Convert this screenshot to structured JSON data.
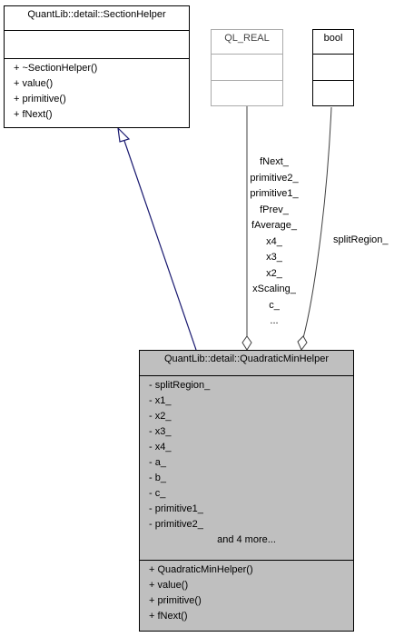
{
  "section_helper": {
    "title": "QuantLib::detail::SectionHelper",
    "methods": [
      "+ ~SectionHelper()",
      "+ value()",
      "+ primitive()",
      "+ fNext()"
    ]
  },
  "ql_real": {
    "title": "QL_REAL"
  },
  "bool_type": {
    "title": "bool"
  },
  "main_class": {
    "title": "QuantLib::detail::QuadraticMinHelper",
    "attributes": [
      "- splitRegion_",
      "- x1_",
      "- x2_",
      "- x3_",
      "- x4_",
      "- a_",
      "- b_",
      "- c_",
      "- primitive1_",
      "- primitive2_"
    ],
    "more": "and 4 more...",
    "methods": [
      "+ QuadraticMinHelper()",
      "+ value()",
      "+ primitive()",
      "+ fNext()"
    ]
  },
  "ql_real_edge_labels": [
    "fNext_",
    "primitive2_",
    "primitive1_",
    "fPrev_",
    "fAverage_",
    "x4_",
    "x3_",
    "x2_",
    "xScaling_",
    "c_",
    "..."
  ],
  "bool_edge_label": "splitRegion_",
  "colors": {
    "inheritance_edge": "#191970",
    "usage_edge": "#404040",
    "highlight_fill": "#bfbfbf",
    "muted_border": "#aaaaaa"
  }
}
